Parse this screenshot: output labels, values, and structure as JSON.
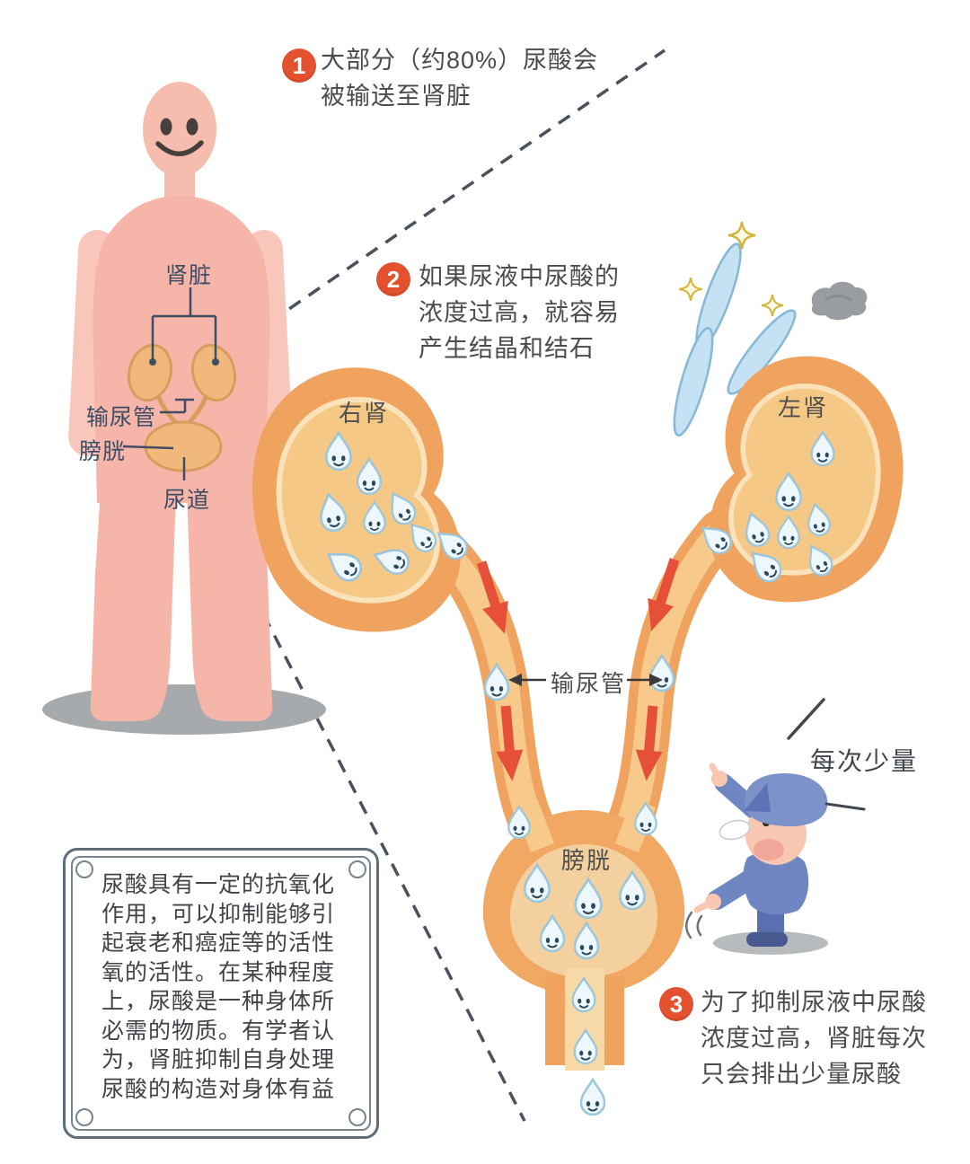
{
  "annotations": {
    "step1": {
      "number": "1",
      "lines": [
        "大部分（约80%）尿酸会",
        "被输送至肾脏"
      ]
    },
    "step2": {
      "number": "2",
      "lines": [
        "如果尿液中尿酸的",
        "浓度过高，就容易",
        "产生结晶和结石"
      ]
    },
    "step3": {
      "number": "3",
      "lines": [
        "为了抑制尿液中尿酸",
        "浓度过高，肾脏每次",
        "只会排出少量尿酸"
      ]
    }
  },
  "figure_labels": {
    "kidney": "肾脏",
    "ureter": "输尿管",
    "bladder": "膀胱",
    "urethra": "尿道"
  },
  "diagram_labels": {
    "right_kidney": "右肾",
    "left_kidney": "左肾",
    "ureter": "输尿管",
    "bladder": "膀胱",
    "police_note": "每次少量"
  },
  "info_box": {
    "lines": [
      "尿酸具有一定的抗氧化",
      "作用，可以抑制能够引",
      "起衰老和癌症等的活性",
      "氧的活性。在某种程度",
      "上，尿酸是一种身体所",
      "必需的物质。有学者认",
      "为，肾脏抑制自身处理",
      "尿酸的构造对身体有益"
    ]
  },
  "icons": {
    "droplet": "urine-droplet-smiley",
    "sparkle": "sparkle-star",
    "crystal": "crystal-needle",
    "stone": "kidney-stone",
    "police": "traffic-police-character",
    "figure": "human-body-silhouette"
  },
  "colors": {
    "badge_red": "#e4512e",
    "arrow_red": "#e65038",
    "organ_wall_orange": "#efa35f",
    "organ_inner_orange": "#f5c886",
    "bladder_inner_tan": "#f3d09e",
    "body_pink": "#f5b5a8",
    "droplet_outline_blue": "#9cc6da",
    "label_navy": "#3e4d66",
    "text_gray": "#4b4b4b",
    "police_blue": "#6e86c2",
    "crystal_blue": "#c4e2f3"
  }
}
